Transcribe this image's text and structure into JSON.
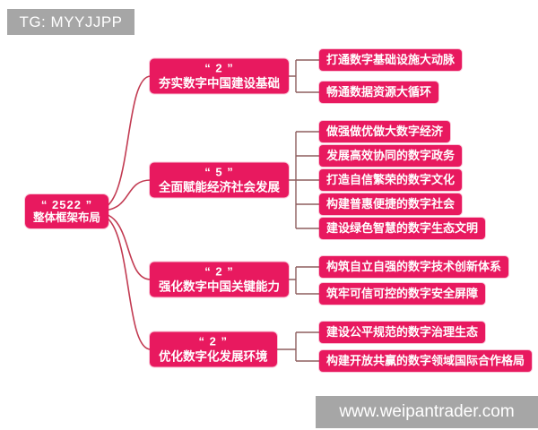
{
  "watermarks": {
    "top_left": "TG: MYYJJPP",
    "bottom_right": "www.weipantrader.com"
  },
  "colors": {
    "node_fill": "#E8195F",
    "curve_line": "#C23B52",
    "bracket_line": "#8D5F5F",
    "watermark_bg": "#A6A6A6",
    "node_text": "#FFFFFF"
  },
  "mindmap": {
    "root": {
      "count": "“ 2522 ”",
      "label": "整体框架布局"
    },
    "branches": [
      {
        "count": "“ 2 ”",
        "label": "夯实数字中国建设基础",
        "children": [
          "打通数字基础设施大动脉",
          "畅通数据资源大循环"
        ]
      },
      {
        "count": "“ 5 ”",
        "label": "全面赋能经济社会发展",
        "children": [
          "做强做优做大数字经济",
          "发展高效协同的数字政务",
          "打造自信繁荣的数字文化",
          "构建普惠便捷的数字社会",
          "建设绿色智慧的数字生态文明"
        ]
      },
      {
        "count": "“ 2 ”",
        "label": "强化数字中国关键能力",
        "children": [
          "构筑自立自强的数字技术创新体系",
          "筑牢可信可控的数字安全屏障"
        ]
      },
      {
        "count": "“ 2 ”",
        "label": "优化数字化发展环境",
        "children": [
          "建设公平规范的数字治理生态",
          "构建开放共赢的数字领域国际合作格局"
        ]
      }
    ]
  }
}
